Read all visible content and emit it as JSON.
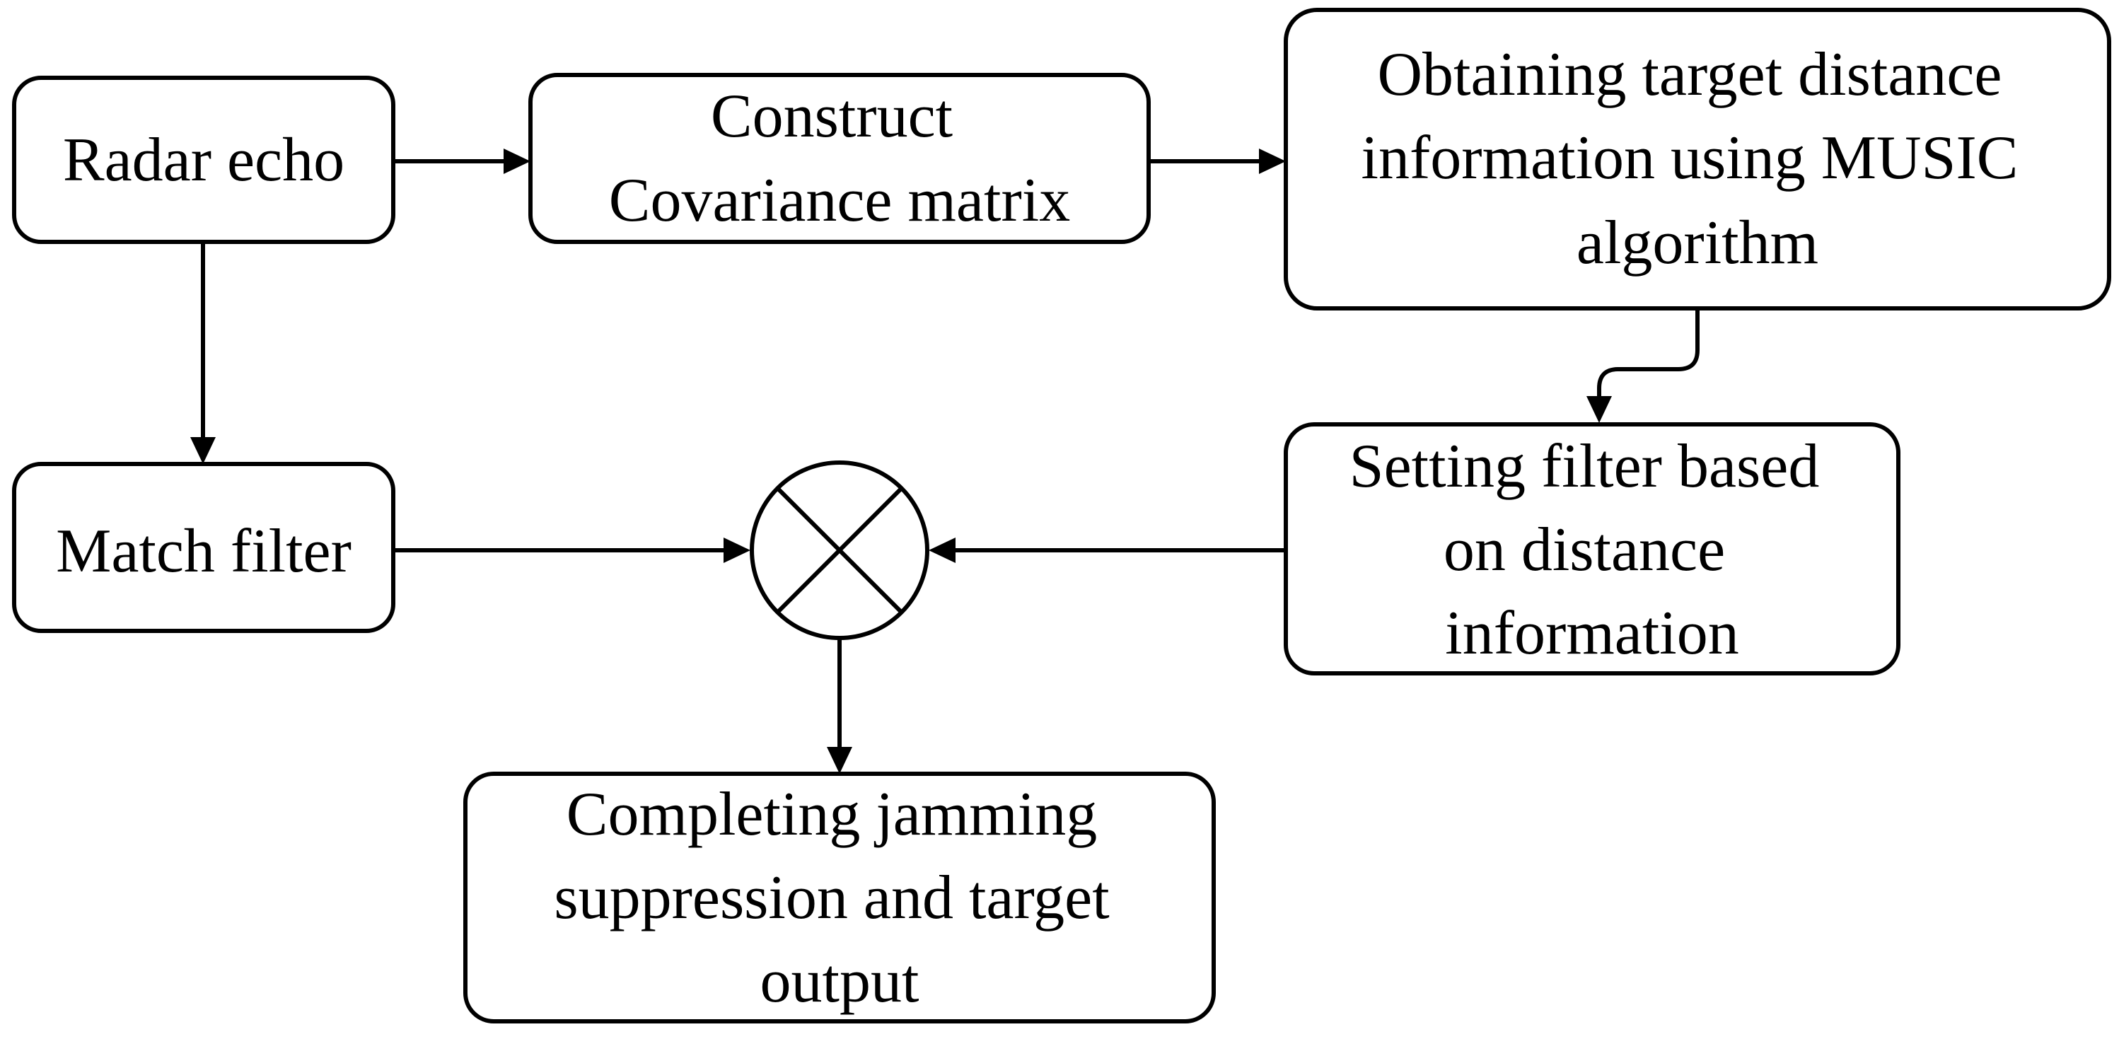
{
  "nodes": {
    "radar_echo": {
      "lines": [
        "Radar echo"
      ]
    },
    "covariance": {
      "lines": [
        "Construct",
        "Covariance matrix"
      ]
    },
    "music": {
      "lines": [
        "Obtaining target distance",
        "information using MUSIC",
        "algorithm"
      ]
    },
    "setting_filter": {
      "lines": [
        "Setting filter based",
        "on distance",
        "information"
      ]
    },
    "match_filter": {
      "lines": [
        "Match filter"
      ]
    },
    "output": {
      "lines": [
        "Completing jamming",
        "suppression and target",
        "output"
      ]
    }
  },
  "colors": {
    "stroke": "#000000",
    "fill": "#ffffff",
    "text": "#000000"
  },
  "icons": {
    "multiplier": "circle-cross-multiplier-icon"
  }
}
